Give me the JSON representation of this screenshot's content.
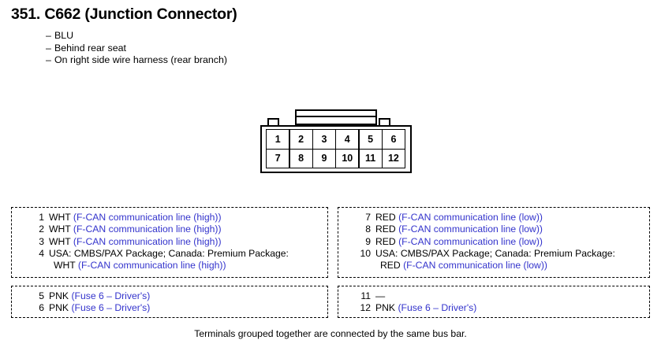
{
  "header": {
    "title": "351. C662 (Junction Connector)",
    "notes": [
      "BLU",
      "Behind rear seat",
      "On right side wire harness (rear branch)"
    ],
    "note_dash": "–"
  },
  "connector": {
    "name": "junction-connector-12-pin",
    "rows": [
      [
        "1",
        "2",
        "3",
        "4",
        "5",
        "6"
      ],
      [
        "7",
        "8",
        "9",
        "10",
        "11",
        "12"
      ]
    ]
  },
  "pin_groups": {
    "top_left": [
      {
        "num": "1",
        "wire": "WHT ",
        "desc": "(F-CAN communication line (high))"
      },
      {
        "num": "2",
        "wire": "WHT ",
        "desc": "(F-CAN communication line (high))"
      },
      {
        "num": "3",
        "wire": "WHT ",
        "desc": "(F-CAN communication line (high))"
      },
      {
        "num": "4",
        "wire": "USA: CMBS/PAX Package; Canada: Premium Package:",
        "desc": "",
        "cont_wire": "WHT ",
        "cont_desc": "(F-CAN communication line (high))"
      }
    ],
    "top_right": [
      {
        "num": "7",
        "wire": "RED ",
        "desc": "(F-CAN communication line (low))"
      },
      {
        "num": "8",
        "wire": "RED ",
        "desc": "(F-CAN communication line (low))"
      },
      {
        "num": "9",
        "wire": "RED ",
        "desc": "(F-CAN communication line (low))"
      },
      {
        "num": "10",
        "wire": "USA: CMBS/PAX Package; Canada: Premium Package:",
        "desc": "",
        "cont_wire": "RED ",
        "cont_desc": "(F-CAN communication line (low))"
      }
    ],
    "bottom_left": [
      {
        "num": "5",
        "wire": "PNK ",
        "desc": "(Fuse 6 – Driver's)"
      },
      {
        "num": "6",
        "wire": "PNK ",
        "desc": "(Fuse 6 – Driver's)"
      }
    ],
    "bottom_right": [
      {
        "num": "11",
        "wire": "—",
        "desc": ""
      },
      {
        "num": "12",
        "wire": "PNK ",
        "desc": "(Fuse 6 – Driver's)"
      }
    ]
  },
  "footer": {
    "caption": "Terminals grouped together are connected by the same bus bar."
  },
  "colors": {
    "description_blue": "#3333cc",
    "ink": "#000000",
    "background": "#ffffff"
  }
}
